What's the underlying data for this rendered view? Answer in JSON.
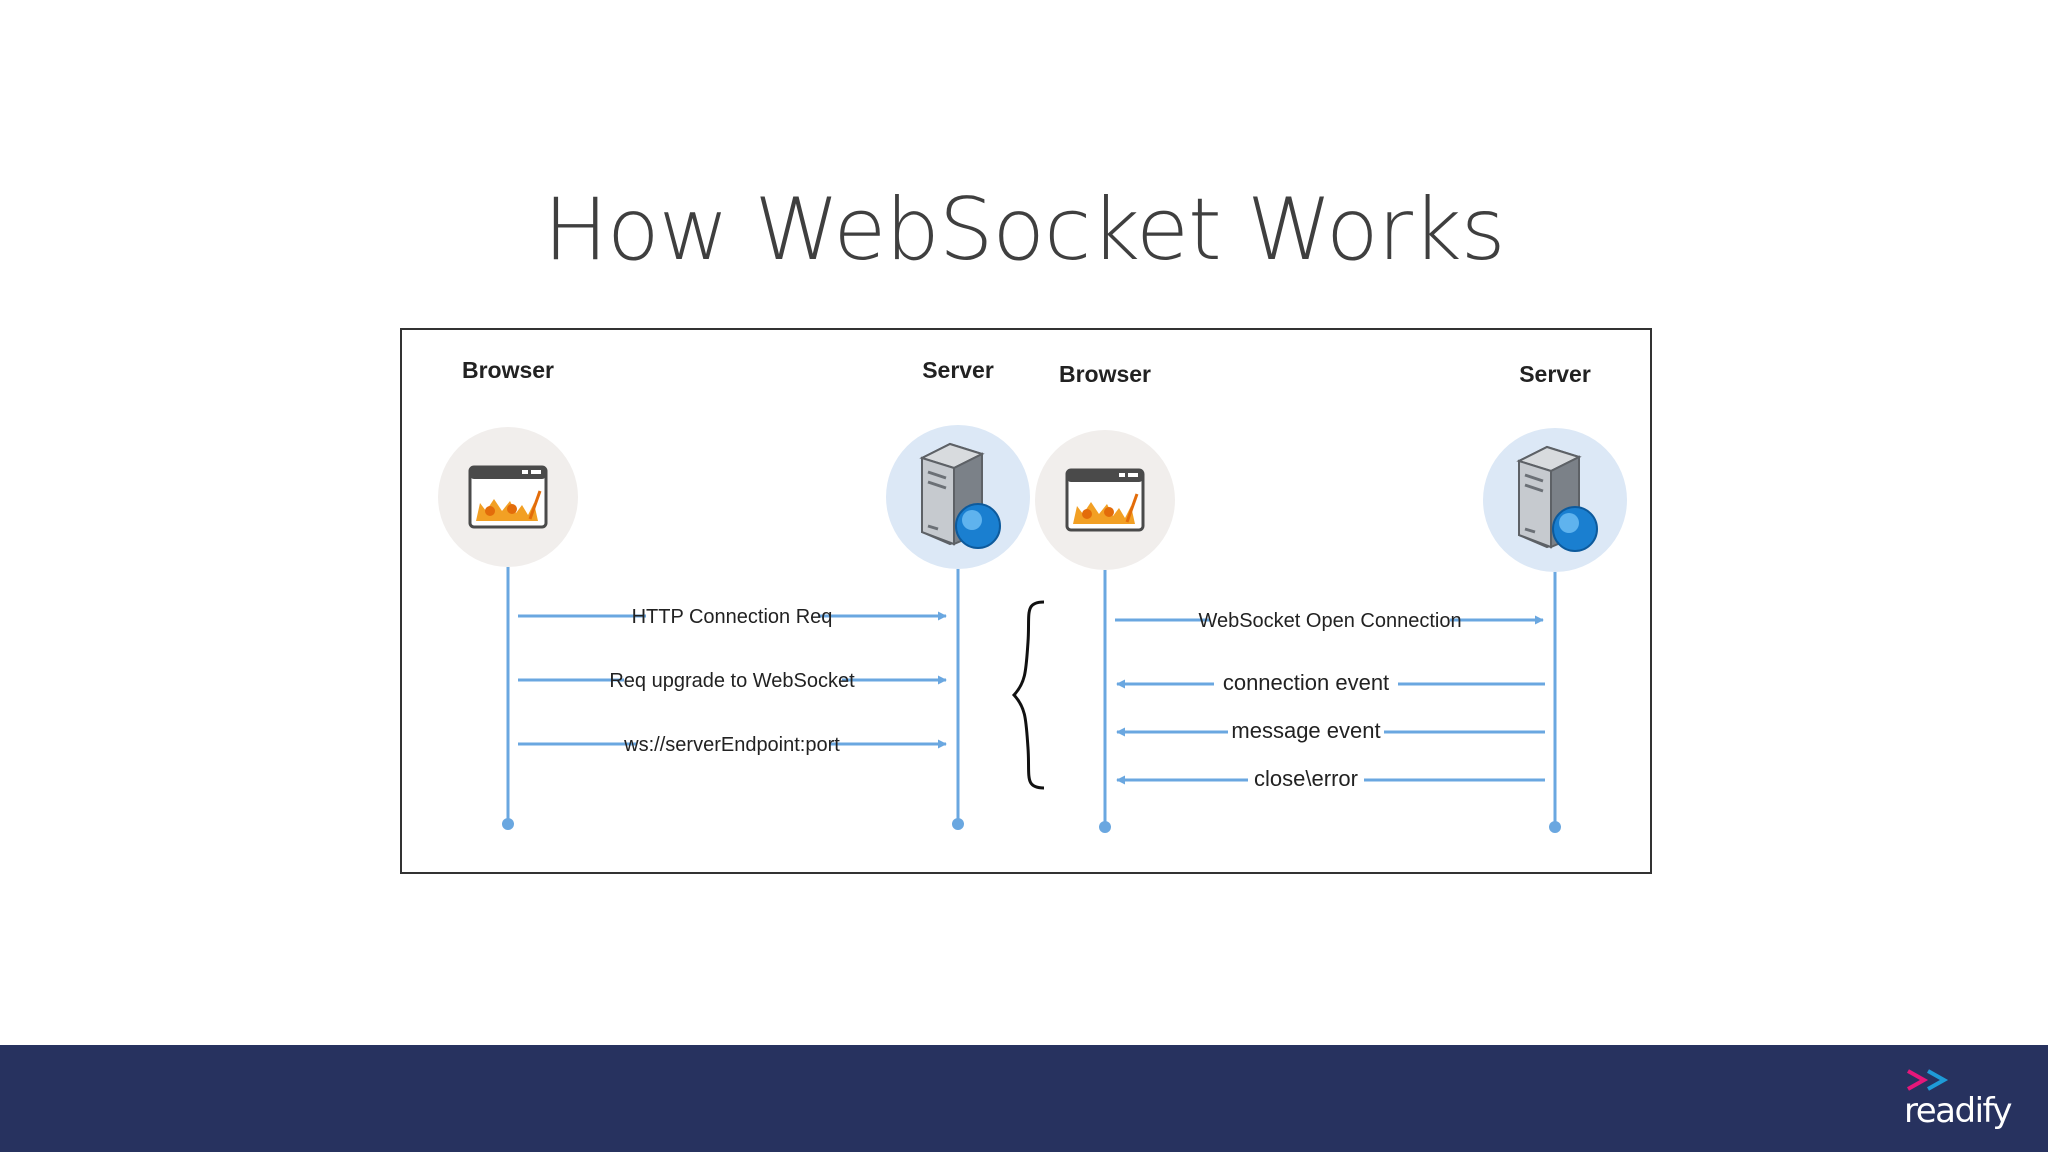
{
  "slide": {
    "title": "How WebSocket Works"
  },
  "diagram": {
    "left_panel": {
      "browser_label": "Browser",
      "server_label": "Server",
      "messages": [
        {
          "text": "HTTP Connection Req",
          "direction": "to-server"
        },
        {
          "text": "Req upgrade to WebSocket",
          "direction": "to-server"
        },
        {
          "text": "ws://serverEndpoint:port",
          "direction": "to-server"
        }
      ]
    },
    "right_panel": {
      "browser_label": "Browser",
      "server_label": "Server",
      "messages": [
        {
          "text": "WebSocket Open Connection",
          "direction": "to-server"
        },
        {
          "text": "connection event",
          "direction": "to-browser"
        },
        {
          "text": "message event",
          "direction": "to-browser"
        },
        {
          "text": "close\\error",
          "direction": "to-browser"
        }
      ]
    },
    "icons": {
      "browser": "browser-window-icon",
      "server": "server-globe-icon",
      "brace": "curly-brace-icon"
    },
    "colors": {
      "arrow": "#6aa7e0",
      "browser_circle": "#f1eeec",
      "server_circle": "#dce8f6"
    }
  },
  "footer": {
    "brand": "readify",
    "bar_color": "#27325f",
    "chevron_colors": [
      "#e6177a",
      "#1e9bd7"
    ]
  }
}
